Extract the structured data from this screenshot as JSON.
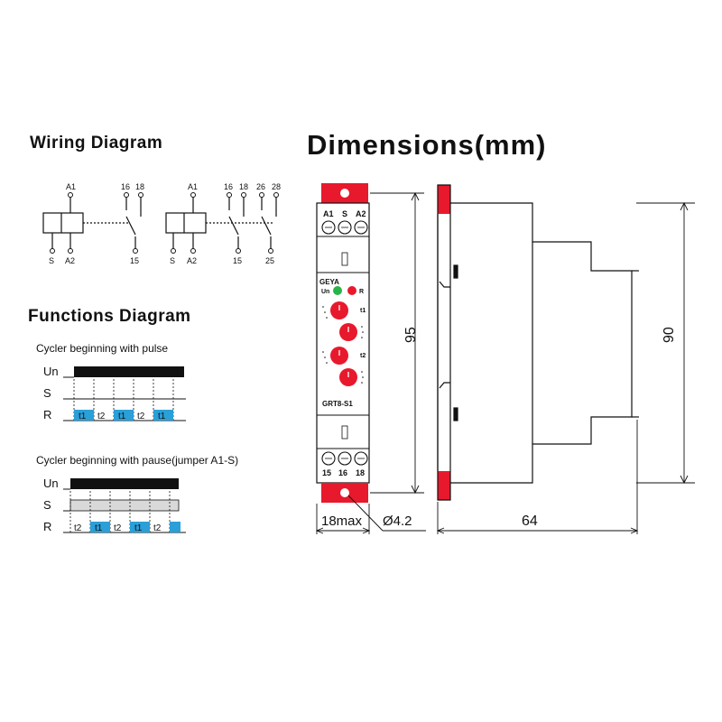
{
  "headings": {
    "wiring": "Wiring Diagram",
    "functions": "Functions Diagram",
    "dimensions": "Dimensions(mm)"
  },
  "wiring": {
    "left": {
      "top_terminals": [
        "A1",
        "16",
        "18"
      ],
      "bottom_terminals": [
        "S",
        "A2",
        "15"
      ]
    },
    "right": {
      "top_terminals": [
        "A1",
        "16",
        "18",
        "26",
        "28"
      ],
      "bottom_terminals": [
        "S",
        "A2",
        "15",
        "25"
      ]
    }
  },
  "functions": {
    "pulse": {
      "caption": "Cycler beginning with pulse",
      "rows": [
        "Un",
        "S",
        "R"
      ],
      "r_segments": [
        "t1",
        "t2",
        "t1",
        "t2",
        "t1"
      ]
    },
    "pause": {
      "caption": "Cycler beginning with pause(jumper A1-S)",
      "rows": [
        "Un",
        "S",
        "R"
      ],
      "r_segments": [
        "t2",
        "t1",
        "t2",
        "t1",
        "t2"
      ]
    }
  },
  "device": {
    "top_terminals": [
      "A1",
      "S",
      "A2"
    ],
    "bottom_terminals": [
      "15",
      "16",
      "18"
    ],
    "brand": "GEYA",
    "led_un": "Un",
    "led_r": "R",
    "knob_t1": "t1",
    "knob_t2": "t2",
    "model": "GRT8-S1",
    "led_colors": {
      "un": "#2bb34a",
      "r": "#e8192c"
    },
    "accent_red": "#e8192c"
  },
  "dimensions": {
    "height_front": "95",
    "width": "18max",
    "hole": "Ø4.2",
    "depth": "64",
    "height_side": "90"
  },
  "colors": {
    "pulse_blue": "#2a9fd8",
    "line": "#111111"
  }
}
